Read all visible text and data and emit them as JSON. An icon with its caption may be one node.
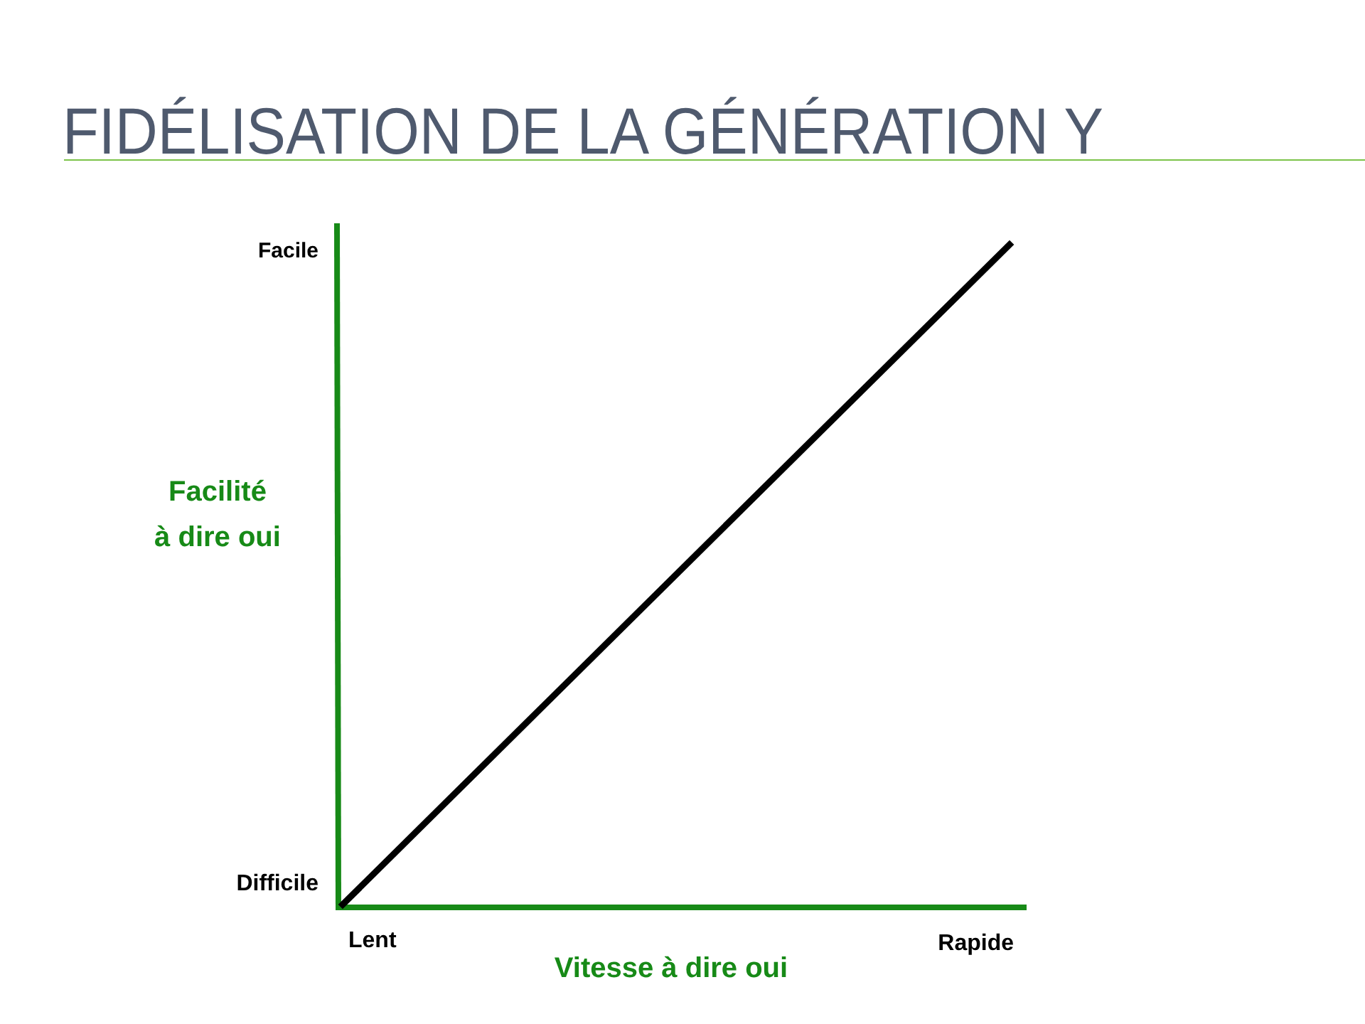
{
  "diagram": {
    "title": "FIDÉLISATION DE LA GÉNÉRATION Y",
    "labels": [
      "Facile",
      "Facilité à dire oui",
      "Difficile",
      "Lent",
      "Rapide",
      "Vitesse à dire oui"
    ]
  }
}
